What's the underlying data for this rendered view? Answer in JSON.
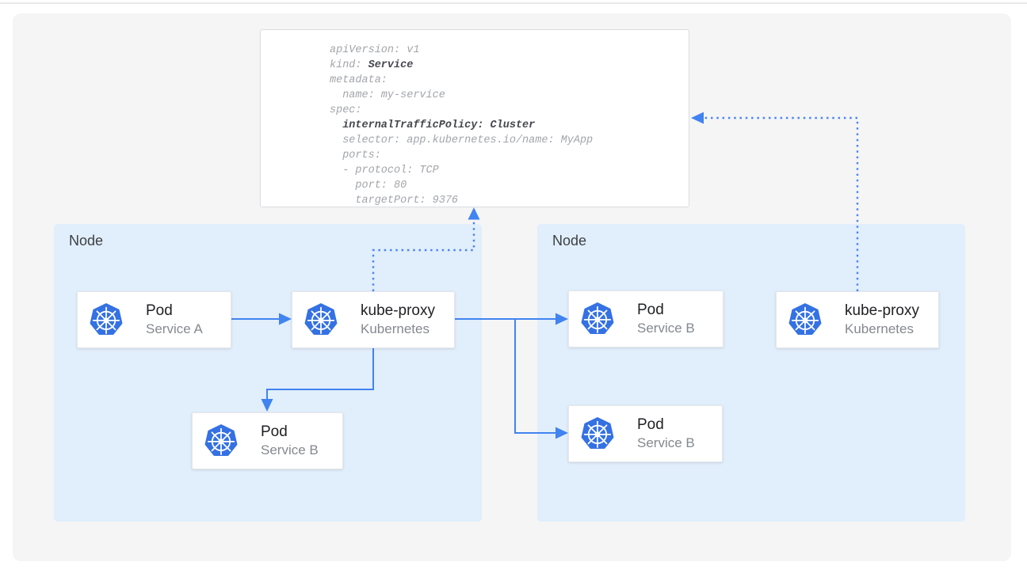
{
  "colors": {
    "accent_blue": "#4183f0",
    "dotted_blue": "#4a85f0",
    "node_fill": "#e1eefb",
    "panel_fill": "#f5f5f6",
    "node_label": "#3c4043",
    "card_title": "#202124",
    "card_subtitle": "#84898f",
    "yaml_text": "#a2a5aa",
    "yaml_bold": "#44474c",
    "yaml_border": "#d9dce0",
    "card_border": "#e5e7ea",
    "kubernetes_blue": "#3471e3",
    "top_rule": "#e8eaeb"
  },
  "yaml_box": {
    "lines": [
      {
        "pre": "apiVersion: v1",
        "bold": ""
      },
      {
        "pre": "kind: ",
        "bold": "Service"
      },
      {
        "pre": "metadata:",
        "bold": ""
      },
      {
        "pre": "  name: my-service",
        "bold": ""
      },
      {
        "pre": "spec:",
        "bold": ""
      },
      {
        "pre": "  ",
        "bold": "internalTrafficPolicy: Cluster"
      },
      {
        "pre": "  selector: app.kubernetes.io/name: MyApp",
        "bold": ""
      },
      {
        "pre": "  ports:",
        "bold": ""
      },
      {
        "pre": "  - protocol: TCP",
        "bold": ""
      },
      {
        "pre": "    port: 80",
        "bold": ""
      },
      {
        "pre": "    targetPort: 9376",
        "bold": ""
      }
    ]
  },
  "nodes": [
    {
      "label": "Node"
    },
    {
      "label": "Node"
    }
  ],
  "cards": [
    {
      "icon": "kubernetes-logo",
      "title": "Pod",
      "subtitle": "Service A"
    },
    {
      "icon": "kubernetes-logo",
      "title": "kube-proxy",
      "subtitle": "Kubernetes"
    },
    {
      "icon": "kubernetes-logo",
      "title": "Pod",
      "subtitle": "Service B"
    },
    {
      "icon": "kubernetes-logo",
      "title": "Pod",
      "subtitle": "Service B"
    },
    {
      "icon": "kubernetes-logo",
      "title": "Pod",
      "subtitle": "Service B"
    },
    {
      "icon": "kubernetes-logo",
      "title": "kube-proxy",
      "subtitle": "Kubernetes"
    }
  ]
}
